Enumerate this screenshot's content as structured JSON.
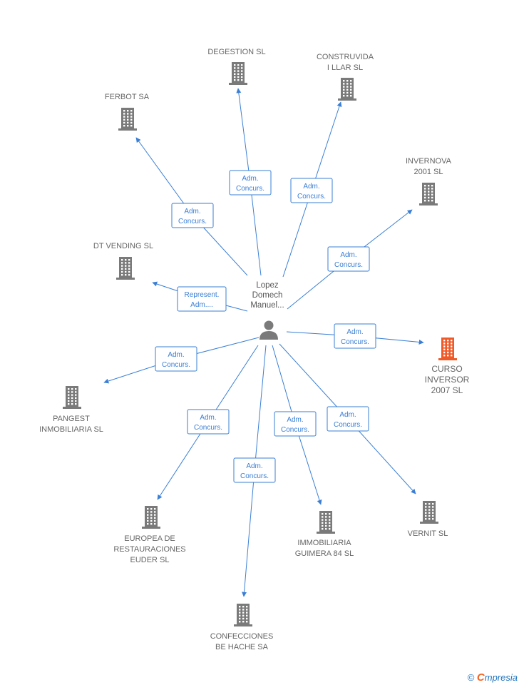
{
  "colors": {
    "edge": "#3a7fd5",
    "company": "#7a7a7a",
    "highlight": "#f05a28",
    "person": "#7a7a7a"
  },
  "center": {
    "name_lines": [
      "Lopez",
      "Domech",
      "Manuel..."
    ],
    "icon": "person-icon"
  },
  "companies": [
    {
      "id": "degestion",
      "lines": [
        "DEGESTION SL"
      ],
      "relation": [
        "Adm.",
        "Concurs."
      ],
      "highlight": false
    },
    {
      "id": "construvida",
      "lines": [
        "CONSTRUVIDA",
        "I LLAR SL"
      ],
      "relation": [
        "Adm.",
        "Concurs."
      ],
      "highlight": false
    },
    {
      "id": "ferbot",
      "lines": [
        "FERBOT SA"
      ],
      "relation": [
        "Adm.",
        "Concurs."
      ],
      "highlight": false
    },
    {
      "id": "invernova",
      "lines": [
        "INVERNOVA",
        "2001  SL"
      ],
      "relation": [
        "Adm.",
        "Concurs."
      ],
      "highlight": false
    },
    {
      "id": "dtvending",
      "lines": [
        "DT VENDING SL"
      ],
      "relation": [
        "Represent.",
        "Adm...."
      ],
      "highlight": false
    },
    {
      "id": "curso",
      "lines": [
        "CURSO",
        "INVERSOR",
        "2007 SL"
      ],
      "relation": [
        "Adm.",
        "Concurs."
      ],
      "highlight": true
    },
    {
      "id": "pangest",
      "lines": [
        "PANGEST",
        "INMOBILIARIA SL"
      ],
      "relation": [
        "Adm.",
        "Concurs."
      ],
      "highlight": false
    },
    {
      "id": "europea",
      "lines": [
        "EUROPEA DE",
        "RESTAURACIONES",
        "EUDER SL"
      ],
      "relation": [
        "Adm.",
        "Concurs."
      ],
      "highlight": false
    },
    {
      "id": "confecciones",
      "lines": [
        "CONFECCIONES",
        "BE HACHE SA"
      ],
      "relation": [
        "Adm.",
        "Concurs."
      ],
      "highlight": false
    },
    {
      "id": "immobiliaria",
      "lines": [
        "IMMOBILIARIA",
        "GUIMERA 84 SL"
      ],
      "relation": [
        "Adm.",
        "Concurs."
      ],
      "highlight": false
    },
    {
      "id": "vernit",
      "lines": [
        "VERNIT SL"
      ],
      "relation": [
        "Adm.",
        "Concurs."
      ],
      "highlight": false
    }
  ],
  "footer": {
    "copyright": "©",
    "brand_initial": "C",
    "brand_rest": "mpresia"
  }
}
